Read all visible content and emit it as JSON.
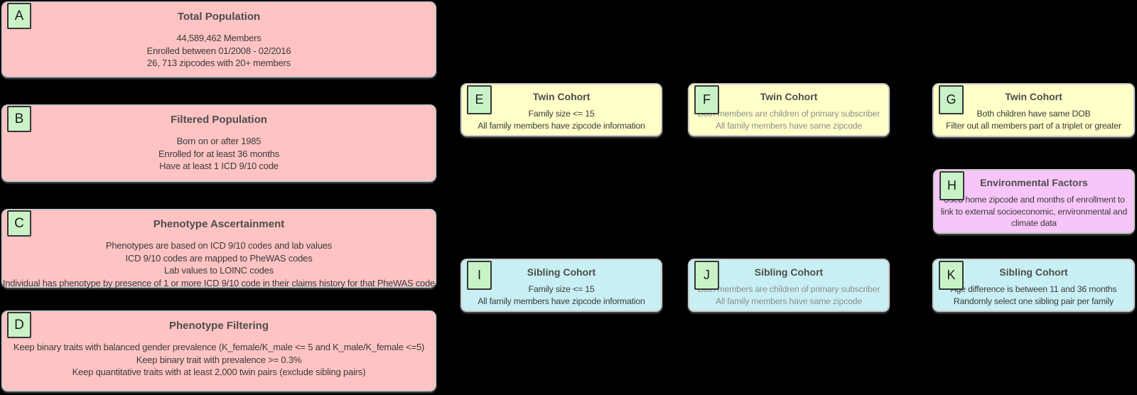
{
  "palette": {
    "pink": "#ffc3c3",
    "yellow": "#ffffc8",
    "cyan": "#c8eff3",
    "magenta": "#f8c5f8",
    "badge_green": "#c9f3c7",
    "box_border": "#c9c9c9",
    "title_text": "#4d4d4d",
    "body_text": "#3b3b3b",
    "muted_body_text": "#8e8e8e",
    "background": "#000000"
  },
  "boxes": [
    {
      "id": "A",
      "size": "large",
      "variant": "pink",
      "title": "Total Population",
      "lines": [
        "44,589,462 Members",
        "Enrolled between 01/2008 - 02/2016",
        "26, 713 zipcodes with 20+ members"
      ]
    },
    {
      "id": "B",
      "size": "large",
      "variant": "pink",
      "title": "Filtered Population",
      "lines": [
        "Born on or after 1985",
        "Enrolled for at least 36 months",
        "Have at least 1 ICD 9/10 code"
      ]
    },
    {
      "id": "C",
      "size": "large",
      "variant": "pink",
      "title": "Phenotype Ascertainment",
      "lines": [
        "Phenotypes are based on ICD 9/10 codes and lab values",
        "ICD 9/10 codes are mapped to PheWAS codes",
        "Lab values to LOINC codes",
        "Individual has phenotype by presence of 1 or more ICD 9/10 code in their claims history for that PheWAS code"
      ]
    },
    {
      "id": "D",
      "size": "large",
      "variant": "pink",
      "title": "Phenotype Filtering",
      "lines": [
        "Keep binary traits with balanced gender prevalence (K_female/K_male <= 5 and K_male/K_female <=5)",
        "Keep binary trait with prevalence >= 0.3%",
        "Keep quantitative traits with at least 2,000 twin pairs (exclude sibling pairs)"
      ]
    },
    {
      "id": "E",
      "size": "small",
      "variant": "yellow",
      "title": "Twin Cohort",
      "lines": [
        "Family size <= 15",
        "All family members have zipcode information"
      ]
    },
    {
      "id": "F",
      "size": "small",
      "variant": "yellow",
      "muted": true,
      "title": "Twin Cohort",
      "lines": [
        "Both members are children of primary subscriber",
        "All family members have same zipcode"
      ]
    },
    {
      "id": "G",
      "size": "small",
      "variant": "yellow",
      "title": "Twin Cohort",
      "lines": [
        "Both children have same DOB",
        "Filter out all members part of a triplet or greater"
      ]
    },
    {
      "id": "H",
      "size": "small",
      "variant": "magenta",
      "title": "Environmental Factors",
      "lines": [
        "Used home zipcode and months of enrollment to",
        "link to external socioeconomic, environmental and",
        "climate data"
      ]
    },
    {
      "id": "I",
      "size": "small",
      "variant": "cyan",
      "title": "Sibling Cohort",
      "lines": [
        "Family size <= 15",
        "All family members have zipcode information"
      ]
    },
    {
      "id": "J",
      "size": "small",
      "variant": "cyan",
      "muted": true,
      "title": "Sibling Cohort",
      "lines": [
        "Both members are children of primary subscriber",
        "All family members have same zipcode"
      ]
    },
    {
      "id": "K",
      "size": "small",
      "variant": "cyan",
      "title": "Sibling Cohort",
      "lines": [
        "Age difference is between 11 and 36 months",
        "Randomly select one sibling pair per family"
      ]
    }
  ]
}
